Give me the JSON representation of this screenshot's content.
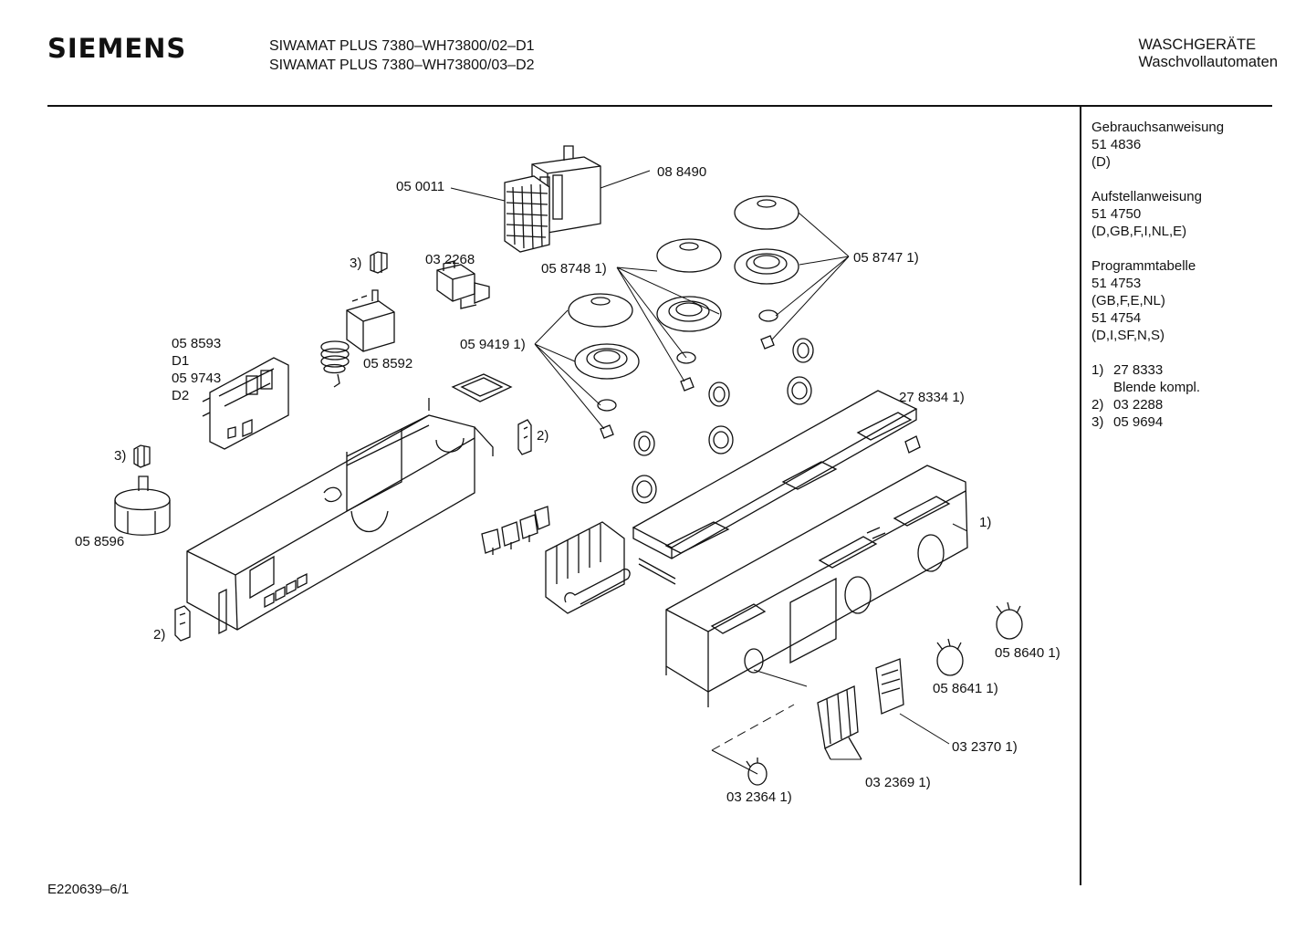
{
  "header": {
    "brand": "SIEMENS",
    "model_line_1": "SIWAMAT PLUS 7380–WH73800/02–D1",
    "model_line_2": "SIWAMAT PLUS 7380–WH73800/03–D2",
    "category_line_1": "WASCHGERÄTE",
    "category_line_2": "Waschvollautomaten"
  },
  "sidebar": {
    "docs": [
      {
        "title": "Gebrauchsanweisung",
        "lines": [
          "51 4836",
          "(D)"
        ]
      },
      {
        "title": "Aufstellanweisung",
        "lines": [
          "51 4750",
          "(D,GB,F,I,NL,E)"
        ]
      },
      {
        "title": "Programmtabelle",
        "lines": [
          "51 4753",
          "(GB,F,E,NL)",
          "51 4754",
          "(D,I,SF,N,S)"
        ]
      }
    ],
    "footnotes": [
      {
        "num": "1)",
        "text": "27 8333"
      },
      {
        "num": "",
        "text": "Blende kompl."
      },
      {
        "num": "2)",
        "text": "03 2288"
      },
      {
        "num": "3)",
        "text": "05 9694"
      }
    ]
  },
  "labels": {
    "p050011": "05 0011",
    "p088490": "08 8490",
    "p032268": "03 2268",
    "fn3_top": "3)",
    "p058748": "05 8748 1)",
    "p058747": "05 8747 1)",
    "p058593": "05 8593",
    "d1": "D1",
    "p059743": "05 9743",
    "d2": "D2",
    "p058592": "05 8592",
    "p059419": "05 9419 1)",
    "p278334": "27 8334 1)",
    "fn2_mid": "2)",
    "fn3_left": "3)",
    "p058596": "05 8596",
    "fn1_panel": "1)",
    "fn2_bottom": "2)",
    "p058640": "05 8640 1)",
    "p058641": "05 8641 1)",
    "p032370": "03 2370 1)",
    "p032369": "03 2369 1)",
    "p032364": "03 2364 1)"
  },
  "footer": {
    "doc_number": "E220639–6/1"
  }
}
